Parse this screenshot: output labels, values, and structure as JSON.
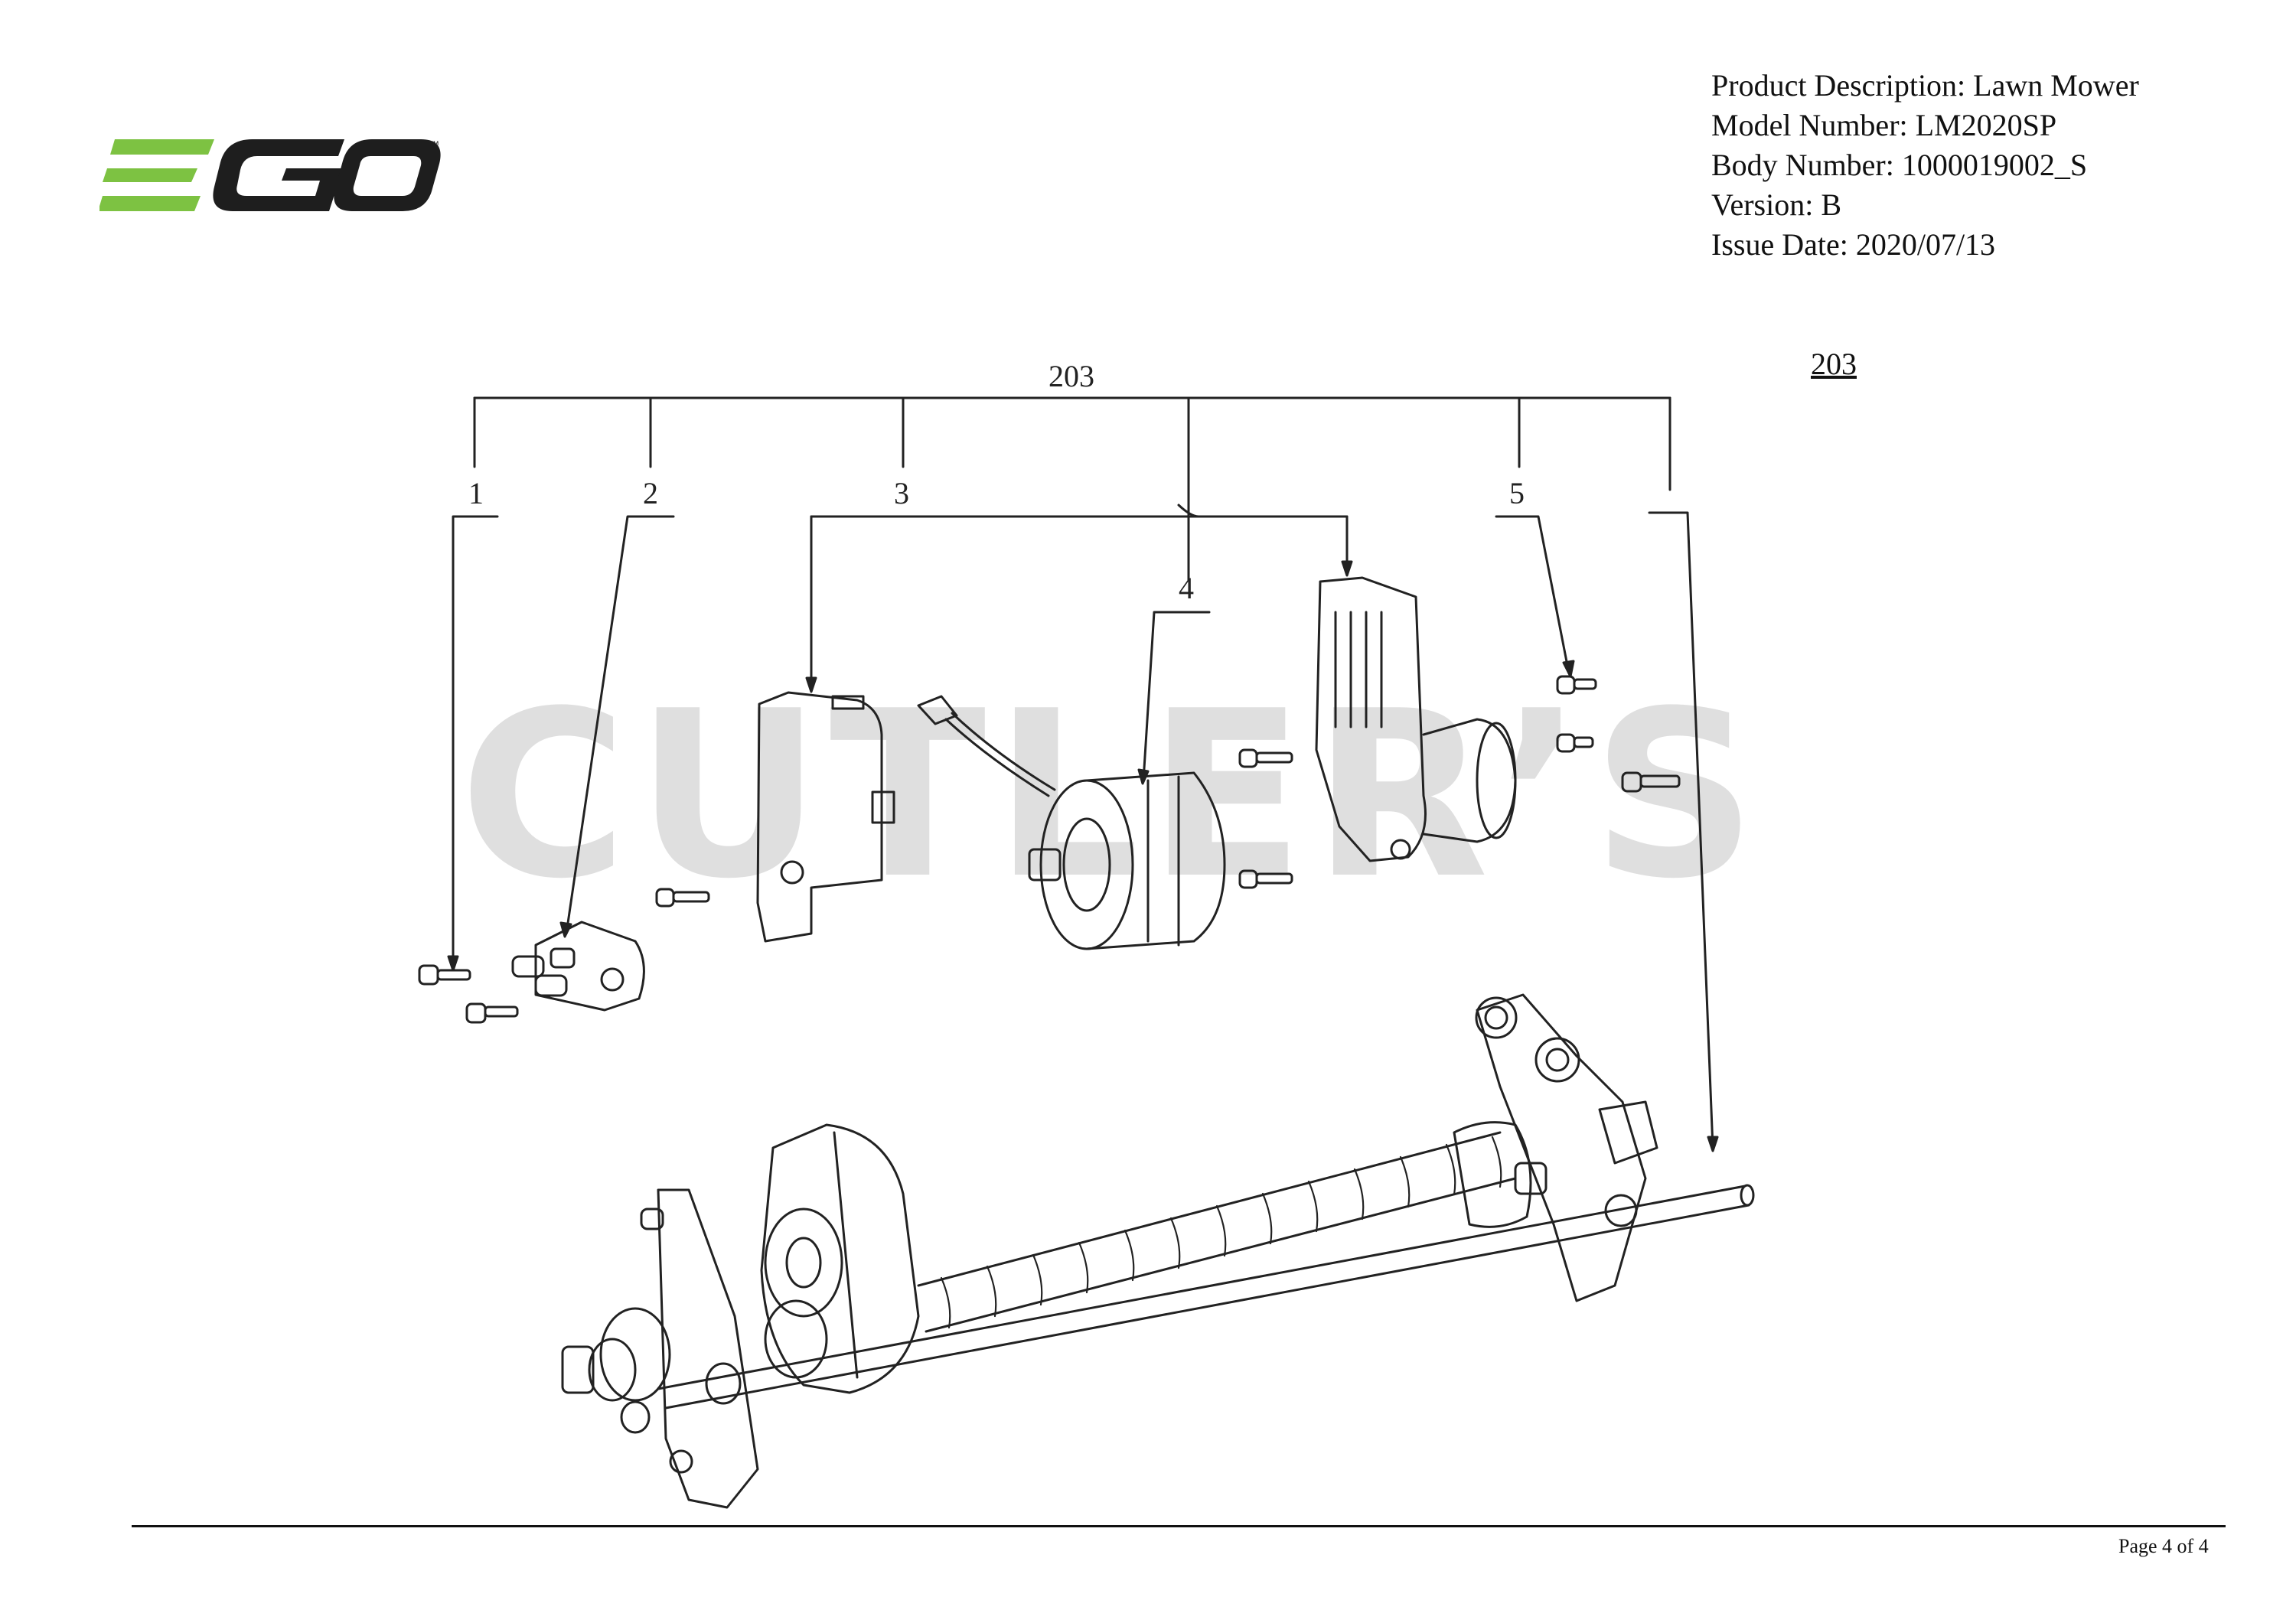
{
  "logo": {
    "text": "EGO",
    "trademark": "™",
    "color": "#7dc242"
  },
  "product_info": {
    "description": "Product Description: Lawn Mower",
    "model": "Model Number: LM2020SP",
    "body": "Body Number: 1000019002_S",
    "version": "Version: B",
    "issue_date": "Issue Date: 2020/07/13"
  },
  "reference_title": "203",
  "watermark": "CUTLER’S",
  "diagram": {
    "assembly_label": "203",
    "callouts": [
      "1",
      "2",
      "3",
      "4",
      "5"
    ]
  },
  "footer": {
    "page": "Page 4 of  4"
  }
}
